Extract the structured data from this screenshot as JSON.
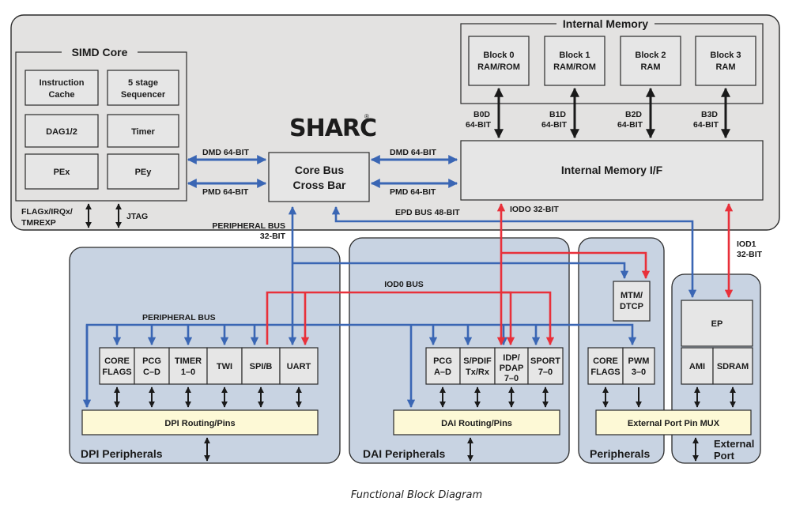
{
  "colors": {
    "soc_fill": "#e3e2e1",
    "periph_fill": "#c8d3e2",
    "block_fill": "#e6e6e6",
    "routing_fill": "#fdf9d6",
    "blue_bus": "#3a66b4",
    "red_bus": "#e8303a",
    "border": "#2a2a2a"
  },
  "logo": {
    "text": "SHARC",
    "reg": "®"
  },
  "simd": {
    "title": "SIMD Core",
    "instruction_cache": [
      "Instruction",
      "Cache"
    ],
    "sequencer": [
      "5 stage",
      "Sequencer"
    ],
    "dag": "DAG1/2",
    "timer": "Timer",
    "pex": "PEx",
    "pey": "PEy"
  },
  "flags": {
    "line1": "FLAGx/IRQx/",
    "line2": "TMREXP",
    "jtag": "JTAG"
  },
  "memory": {
    "title": "Internal Memory",
    "blocks": [
      {
        "line1": "Block 0",
        "line2": "RAM/ROM",
        "bus1": "B0D",
        "bus2": "64-BIT"
      },
      {
        "line1": "Block 1",
        "line2": "RAM/ROM",
        "bus1": "B1D",
        "bus2": "64-BIT"
      },
      {
        "line1": "Block 2",
        "line2": "RAM",
        "bus1": "B2D",
        "bus2": "64-BIT"
      },
      {
        "line1": "Block 3",
        "line2": "RAM",
        "bus1": "B3D",
        "bus2": "64-BIT"
      }
    ],
    "interface": "Internal Memory I/F"
  },
  "crossbar": {
    "line1": "Core Bus",
    "line2": "Cross Bar"
  },
  "buses": {
    "dmd_left": "DMD 64-BIT",
    "pmd_left": "PMD 64-BIT",
    "dmd_right": "DMD 64-BIT",
    "pmd_right": "PMD 64-BIT",
    "epd": "EPD BUS 48-BIT",
    "iodo": "IODO 32-BIT",
    "periph_bus_1": "PERIPHERAL BUS",
    "periph_bus_2": "32-BIT",
    "iod0": "IOD0 BUS",
    "iod1_1": "IOD1",
    "iod1_2": "32-BIT",
    "periph_bus_inner": "PERIPHERAL BUS"
  },
  "dpi": {
    "title": "DPI Peripherals",
    "routing": "DPI Routing/Pins",
    "blocks": [
      {
        "line1": "CORE",
        "line2": "FLAGS"
      },
      {
        "line1": "PCG",
        "line2": "C–D"
      },
      {
        "line1": "TIMER",
        "line2": "1–0"
      },
      {
        "line1": "TWI",
        "line2": ""
      },
      {
        "line1": "SPI/B",
        "line2": ""
      },
      {
        "line1": "UART",
        "line2": ""
      }
    ]
  },
  "dai": {
    "title": "DAI Peripherals",
    "routing": "DAI Routing/Pins",
    "blocks": [
      {
        "line1": "PCG",
        "line2": "A–D",
        "line3": ""
      },
      {
        "line1": "S/PDIF",
        "line2": "Tx/Rx",
        "line3": ""
      },
      {
        "line1": "IDP/",
        "line2": "PDAP",
        "line3": "7–0"
      },
      {
        "line1": "SPORT",
        "line2": "7–0",
        "line3": ""
      }
    ]
  },
  "periph": {
    "title": "Peripherals",
    "mtm": [
      "MTM/",
      "DTCP"
    ],
    "core_flags": [
      "CORE",
      "FLAGS"
    ],
    "pwm": [
      "PWM",
      "3–0"
    ]
  },
  "ext": {
    "title1": "External",
    "title2": "Port",
    "ep": "EP",
    "ami": "AMI",
    "sdram": "SDRAM",
    "mux": "External Port Pin MUX"
  },
  "caption": "Functional Block Diagram"
}
